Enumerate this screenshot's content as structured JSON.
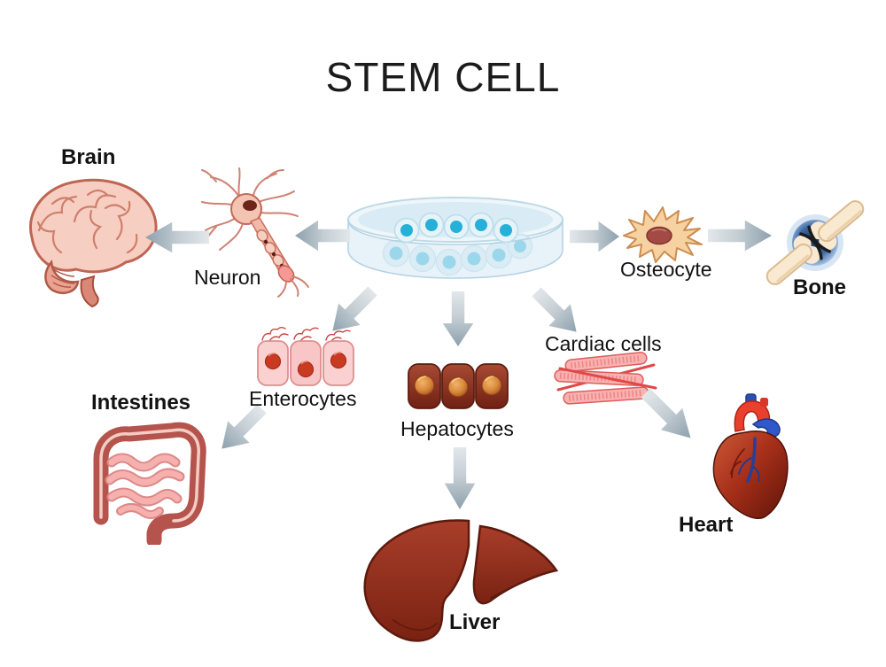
{
  "title": "STEM CELL",
  "diagram": {
    "source": "stem cells in petri dish",
    "branches": [
      {
        "cell_label": "Neuron",
        "organ_label": "Brain"
      },
      {
        "cell_label": "Osteocyte",
        "organ_label": "Bone"
      },
      {
        "cell_label": "Enterocytes",
        "organ_label": "Intestines"
      },
      {
        "cell_label": "Hepatocytes",
        "organ_label": "Liver"
      },
      {
        "cell_label": "Cardiac cells",
        "organ_label": "Heart"
      }
    ]
  },
  "colors": {
    "background": "#ffffff",
    "title_text": "#1b1b1b",
    "label_text": "#121212",
    "arrow_tail": "#e2e7ea",
    "arrow_tip": "#8da0ac",
    "dish_glass": "#d9ecf5",
    "stem_cell_nucleus": "#25b0d8",
    "brain_pink": "#f7cfc2",
    "bone_cream": "#f8e9d0",
    "joint_blue": "#16335e",
    "liver_red": "#a83e2a",
    "heart_red": "#a8301a",
    "intestine_red": "#b5544c"
  }
}
